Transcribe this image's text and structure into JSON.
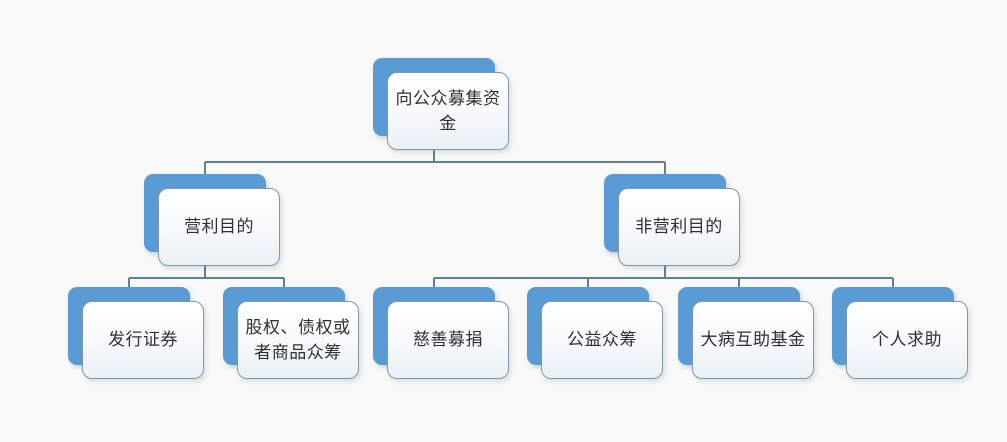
{
  "diagram": {
    "type": "hierarchy-tree",
    "tree": {
      "root": {
        "label": "向公众募集资金"
      },
      "branches": [
        {
          "label": "营利目的",
          "children": [
            {
              "label": "发行证券"
            },
            {
              "label": "股权、债权或者商品众筹"
            }
          ]
        },
        {
          "label": "非营利目的",
          "children": [
            {
              "label": "慈善募捐"
            },
            {
              "label": "公益众筹"
            },
            {
              "label": "大病互助基金"
            },
            {
              "label": "个人求助"
            }
          ]
        }
      ]
    },
    "colors": {
      "node_back_fill": "#5b9bd5",
      "card_fill_top": "#ffffff",
      "card_fill_bottom": "#eaf0f7",
      "card_border": "#7d98aa",
      "connector": "#5d8191",
      "text": "#303030",
      "background": "#f8f9f8"
    }
  }
}
